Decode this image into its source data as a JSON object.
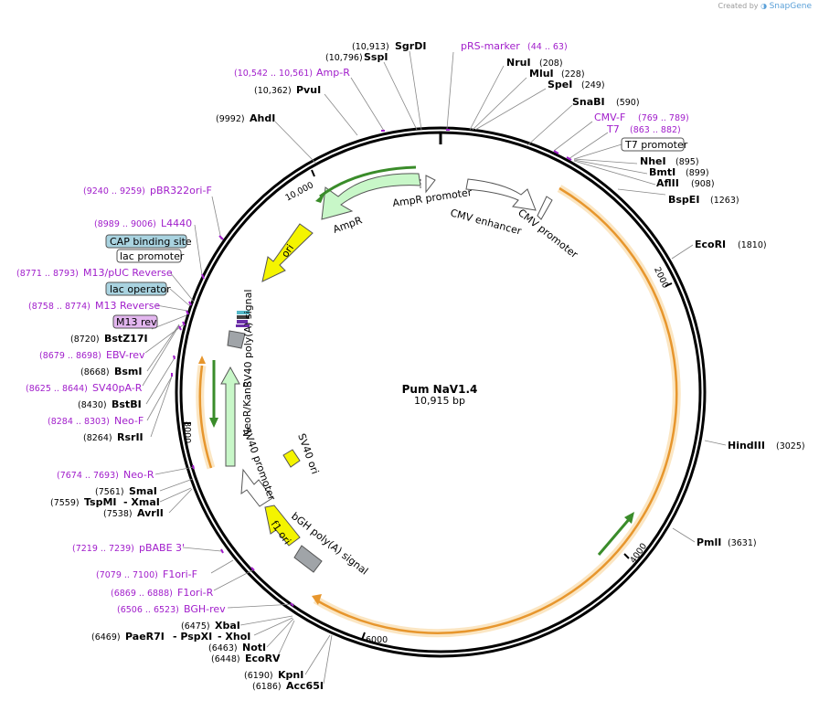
{
  "credit": {
    "prefix": "Created by",
    "brand": "SnapGene"
  },
  "plasmid": {
    "name": "Pum NaV1.4",
    "length_label": "10,915 bp"
  },
  "ticks": [
    "10,000",
    "2000",
    "4000",
    "6000",
    "8000"
  ],
  "features": {
    "ampr_promoter": "AmpR promoter",
    "ampr": "AmpR",
    "cmv_enhancer": "CMV enhancer",
    "cmv_promoter": "CMV promoter",
    "ori": "ori",
    "sv40_polya": "SV40 poly(A) signal",
    "neor": "NeoR/KanR",
    "sv40_promoter": "SV40 promoter",
    "sv40_ori": "SV40 ori",
    "bgh_polya": "bGH poly(A) signal",
    "f1_ori": "f1 ori"
  },
  "primers_right": [
    {
      "name": "pRS-marker",
      "range": "(44 .. 63)"
    },
    {
      "name": "CMV-F",
      "range": "(769 .. 789)"
    },
    {
      "name": "T7",
      "range": "(863 .. 882)"
    }
  ],
  "boxes": {
    "t7_promoter": "T7 promoter"
  },
  "enzymes_top": [
    {
      "name": "SgrDI",
      "pos": "(10,913)"
    },
    {
      "name": "SspI",
      "pos": "(10,796)"
    },
    {
      "name": "PvuI",
      "pos": "(10,362)"
    },
    {
      "name": "AhdI",
      "pos": "(9992)"
    }
  ],
  "primer_top_left": {
    "name": "Amp-R",
    "range": "(10,542 .. 10,561)"
  },
  "enzymes_right": [
    {
      "name": "NruI",
      "pos": "(208)"
    },
    {
      "name": "MluI",
      "pos": "(228)"
    },
    {
      "name": "SpeI",
      "pos": "(249)"
    },
    {
      "name": "SnaBI",
      "pos": "(590)"
    },
    {
      "name": "NheI",
      "pos": "(895)"
    },
    {
      "name": "BmtI",
      "pos": "(899)"
    },
    {
      "name": "AflII",
      "pos": "(908)"
    },
    {
      "name": "BspEI",
      "pos": "(1263)"
    },
    {
      "name": "EcoRI",
      "pos": "(1810)"
    },
    {
      "name": "HindIII",
      "pos": "(3025)"
    },
    {
      "name": "PmlI",
      "pos": "(3631)"
    }
  ],
  "left_labels": [
    {
      "kind": "primer",
      "name": "pBR322ori-F",
      "range": "(9240 .. 9259)"
    },
    {
      "kind": "primer",
      "name": "L4440",
      "range": "(8989 .. 9006)"
    },
    {
      "kind": "box_blue",
      "name": "CAP binding site"
    },
    {
      "kind": "box_white",
      "name": "lac promoter"
    },
    {
      "kind": "primer",
      "name": "M13/pUC Reverse",
      "range": "(8771 .. 8793)"
    },
    {
      "kind": "box_blue",
      "name": "lac operator"
    },
    {
      "kind": "primer",
      "name": "M13 Reverse",
      "range": "(8758 .. 8774)"
    },
    {
      "kind": "box_purple",
      "name": "M13 rev"
    },
    {
      "kind": "enzyme",
      "name": "BstZ17I",
      "pos": "(8720)"
    },
    {
      "kind": "primer",
      "name": "EBV-rev",
      "range": "(8679 .. 8698)"
    },
    {
      "kind": "enzyme",
      "name": "BsmI",
      "pos": "(8668)"
    },
    {
      "kind": "primer",
      "name": "SV40pA-R",
      "range": "(8625 .. 8644)"
    },
    {
      "kind": "enzyme",
      "name": "BstBI",
      "pos": "(8430)"
    },
    {
      "kind": "primer",
      "name": "Neo-F",
      "range": "(8284 .. 8303)"
    },
    {
      "kind": "enzyme",
      "name": "RsrII",
      "pos": "(8264)"
    }
  ],
  "bottom_left": {
    "neo_r": {
      "name": "Neo-R",
      "range": "(7674 .. 7693)"
    },
    "smai": {
      "name": "SmaI",
      "pos": "(7561)"
    },
    "tspmi": {
      "name": "TspMI",
      "pos": "(7559)",
      "extra": "- XmaI"
    },
    "avrii": {
      "name": "AvrII",
      "pos": "(7538)"
    },
    "pbabe": {
      "name": "pBABE 3'",
      "range": "(7219 .. 7239)"
    },
    "f1ori_f": {
      "name": "F1ori-F",
      "range": "(7079 .. 7100)"
    },
    "f1ori_r": {
      "name": "F1ori-R",
      "range": "(6869 .. 6888)"
    },
    "bgh_rev": {
      "name": "BGH-rev",
      "range": "(6506 .. 6523)"
    },
    "xbai": {
      "name": "XbaI",
      "pos": "(6475)"
    },
    "paer7i": {
      "name": "PaeR7I",
      "pos": "(6469)",
      "mid": "- PspXI",
      "extra": "- XhoI"
    },
    "noti": {
      "name": "NotI",
      "pos": "(6463)"
    },
    "ecorv": {
      "name": "EcoRV",
      "pos": "(6448)"
    },
    "kpni": {
      "name": "KpnI",
      "pos": "(6190)"
    },
    "acc65i": {
      "name": "Acc65I",
      "pos": "(6186)"
    }
  },
  "colors": {
    "primer": "#a11ecb",
    "backbone": "#000000",
    "insert_orange": "#e7962d",
    "insert_halo": "#fbe6c3",
    "cds_green_fill": "#c8f7c8",
    "yellow": "#f4f400",
    "gray": "#a0a4a8",
    "primer_arrow_green": "#3a8c2a",
    "box_blue": "#a9d3e0",
    "box_purple": "#e3b6ef"
  }
}
